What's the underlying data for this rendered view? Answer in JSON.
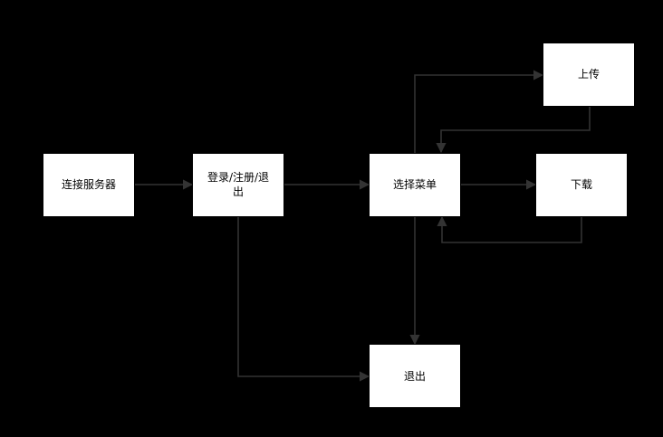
{
  "diagram": {
    "background": "#000000",
    "node_fill": "#ffffff",
    "edge_color": "#333333",
    "nodes": {
      "connect": {
        "label": "连接服务器"
      },
      "auth": {
        "label_line1": "登录/注册/退",
        "label_line2": "出"
      },
      "menu": {
        "label": "选择菜单"
      },
      "upload": {
        "label": "上传"
      },
      "download": {
        "label": "下载"
      },
      "exit": {
        "label": "退出"
      }
    },
    "edges": [
      {
        "from": "connect",
        "to": "auth"
      },
      {
        "from": "auth",
        "to": "menu"
      },
      {
        "from": "auth",
        "to": "exit"
      },
      {
        "from": "menu",
        "to": "upload"
      },
      {
        "from": "upload",
        "to": "menu"
      },
      {
        "from": "menu",
        "to": "download"
      },
      {
        "from": "download",
        "to": "menu"
      },
      {
        "from": "menu",
        "to": "exit"
      }
    ]
  }
}
